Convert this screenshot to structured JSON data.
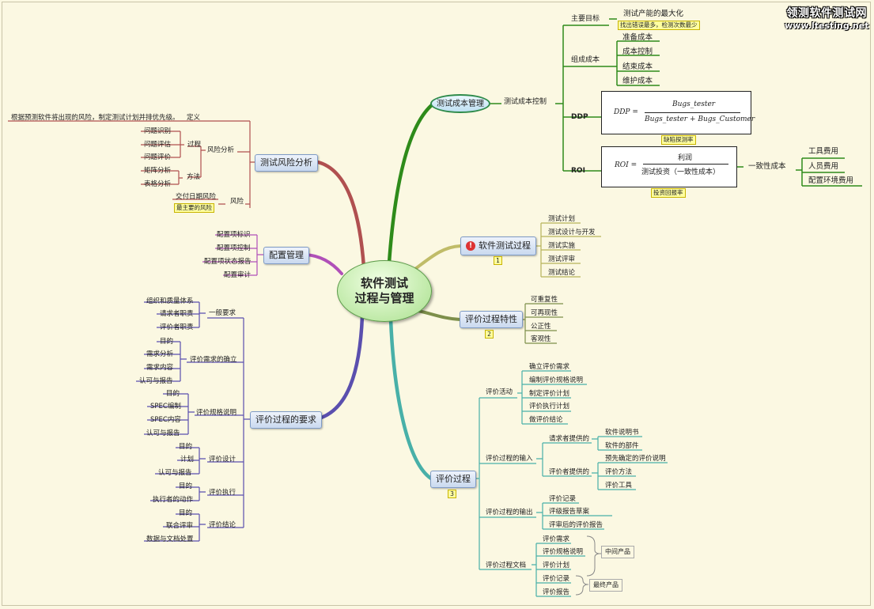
{
  "center": {
    "line1": "软件测试",
    "line2": "过程与管理"
  },
  "watermark": {
    "line1": "领测软件测试网",
    "line2": "www.ltesting.net"
  },
  "cost": {
    "topic": "测试成本管理",
    "control": "测试成本控制",
    "goal_label": "主要目标",
    "goal_text": "测试产能的最大化",
    "goal_note": "找出错误最多，检测次数最少",
    "composition_label": "组成成本",
    "composition_items": [
      "准备成本",
      "成本控制",
      "结束成本",
      "维护成本"
    ],
    "ddp_tag": "DDP",
    "ddp_lhs": "DDP =",
    "ddp_num": "Bugs_tester",
    "ddp_den": "Bugs_tester + Bugs_Customer",
    "ddp_note": "缺陷探测率",
    "roi_tag": "ROI",
    "roi_lhs": "ROI =",
    "roi_num": "利润",
    "roi_den": "测试投资（一致性成本）",
    "roi_note": "投资回报率",
    "consistency_label": "一致性成本",
    "consistency_items": [
      "工具费用",
      "人员费用",
      "配置环境费用"
    ]
  },
  "process": {
    "topic": "软件测试过程",
    "number": "1",
    "items": [
      "测试计划",
      "测试设计与开发",
      "测试实施",
      "测试评审",
      "测试结论"
    ]
  },
  "traits": {
    "topic": "评价过程特性",
    "number": "2",
    "items": [
      "可重复性",
      "可再现性",
      "公正性",
      "客观性"
    ]
  },
  "eval": {
    "topic": "评价过程",
    "number": "3",
    "activities_label": "评价活动",
    "activities": [
      "确立评价需求",
      "编制评价规格说明",
      "制定评价计划",
      "评价执行计划",
      "做评价结论"
    ],
    "input_label": "评价过程的输入",
    "requester_label": "请求者提供的",
    "requester_items": [
      "软件说明书",
      "软件的部件"
    ],
    "evaluator_label": "评价者提供的",
    "evaluator_items": [
      "预先确定的评价说明",
      "评价方法",
      "评价工具"
    ],
    "output_label": "评价过程的输出",
    "output_items": [
      "评价记录",
      "评级报告草案",
      "评审后的评价报告"
    ],
    "docs_label": "评价过程文档",
    "docs_items": [
      "评价需求",
      "评价规格说明",
      "评价计划",
      "评价记录",
      "评价报告"
    ],
    "intermediate": "中间产品",
    "final": "最终产品"
  },
  "risk": {
    "topic": "测试风险分析",
    "definition_label": "定义",
    "definition_text": "根据预测软件将出现的风险，制定测试计划并排优先级。",
    "analysis_label": "风险分析",
    "procedure_label": "过程",
    "procedure_items": [
      "问题识别",
      "问题评估",
      "问题评价"
    ],
    "method_label": "方法",
    "method_items": [
      "矩阵分析",
      "表格分析"
    ],
    "risk_label": "风险",
    "risk_item": "交付日期风险",
    "risk_note": "最主要的风险"
  },
  "config": {
    "topic": "配置管理",
    "items": [
      "配置项标识",
      "配置项控制",
      "配置项状态报告",
      "配置审计"
    ]
  },
  "req": {
    "topic": "评价过程的要求",
    "general_label": "一般要求",
    "general_items": [
      "组织和质量体系",
      "请求者职责",
      "评价者职责"
    ],
    "establish_label": "评价需求的确立",
    "establish_items": [
      "目的",
      "需求分析",
      "需求内容",
      "认可与报告"
    ],
    "spec_label": "评价规格说明",
    "spec_items": [
      "目的",
      "SPEC编制",
      "SPEC内容",
      "认可与报告"
    ],
    "design_label": "评价设计",
    "design_items": [
      "目的",
      "计划",
      "认可与报告"
    ],
    "exec_label": "评价执行",
    "exec_items": [
      "目的",
      "执行者的动作"
    ],
    "conclusion_label": "评价结论",
    "conclusion_items": [
      "目的",
      "联合评审",
      "数据与文档处置"
    ]
  },
  "colors": {
    "background": "#fbf8e2",
    "cost_branch": "#2e8b1a",
    "process_branch": "#b7b35a",
    "traits_branch": "#7d8f4a",
    "eval_branch": "#48b0a8",
    "risk_branch": "#b05050",
    "config_branch": "#b050b8",
    "req_branch": "#5a4fae"
  }
}
